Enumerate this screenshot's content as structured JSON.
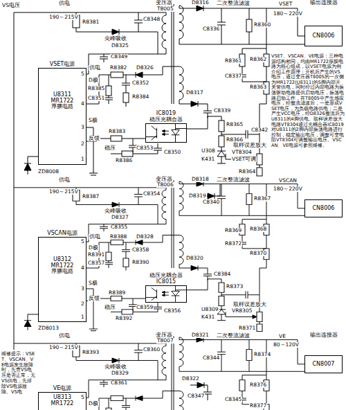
{
  "diagram": {
    "nodes": [
      {
        "text": [
          "VSET电源",
          "U8311",
          "MR1722",
          "厚膜电路"
        ]
      },
      {
        "text": [
          "IC8019",
          "稳压光耦合器"
        ]
      },
      {
        "text": [
          "输出连接器",
          "CN8006"
        ]
      },
      {
        "text": [
          "VSCAN电源",
          "U8312",
          "MR1722",
          "厚膜电路"
        ]
      },
      {
        "text": [
          "稳压光耦合器",
          "IC8015"
        ]
      },
      {
        "text": [
          "CN8006"
        ]
      },
      {
        "text": [
          "VE电源",
          "U8313",
          "MR1722"
        ]
      },
      {
        "text": [
          "输出连接器",
          "CN8007"
        ]
      }
    ],
    "labels": [
      "VS电压",
      "供电",
      "190～215V",
      "R8381",
      "C8348",
      "尖峰吸收",
      "D8325",
      "变压器",
      "T8005",
      "D8316",
      "二次整流滤波",
      "VSET",
      "180～220V",
      "C8336",
      "R8360",
      "5",
      "C8349",
      "供电",
      "R8382",
      "D8326",
      "D极",
      "R8385",
      "C8351",
      "C8352",
      "R8384",
      "4",
      "D8317",
      "C8339",
      "R8361",
      "R8362",
      "C8337",
      "R8363",
      "3",
      "S极",
      "反馈",
      "R8383",
      "C8353",
      "2",
      "稳压",
      "R8386",
      "C8350",
      "1",
      "ZD8008",
      "R8365",
      "R8366",
      "C8342",
      "取样误差放大",
      "U308",
      "K431",
      "VT8304",
      "VSET可调",
      "R8364",
      "VSET、VSCAN、VE电源：三种电源结构相同，均由MR1722厚膜电路为核心组成，以VSET电源为例介绍工作原理：开机后产生的VS电压，通过变压器T8005的一次侧为MR1722(U8311)的5脚内部开关管供电，同时经过内部电路为振荡驱动电路提供启动电压，振荡电路启动工作，在T8005中产生感应电压，经整流滤波后，一是形成VSET电压，为负载电路供电；二是产生VCC电压，经D8326整流后为U8311的4脚供电。取样误差放大电路VT8304通过光耦合器IC8019对U8311的2脚内部振荡电路进行控制，稳定输出电压，调整可变电阻VT8304可调整输出电压。VSCAN、VE电源可参照维修。",
      "供电",
      "190～215V",
      "R8387",
      "C8354",
      "尖峰吸收",
      "D8327",
      "变压器",
      "T8006",
      "D8318",
      "二次整流滤波",
      "VSCAN",
      "180～220V",
      "D8319",
      "C8340",
      "R8367",
      "5",
      "C8355",
      "供电",
      "R8388",
      "D8328",
      "D极",
      "R8391",
      "C8357",
      "C8358",
      "R8390",
      "4",
      "D8320",
      "C8384",
      "R8369",
      "R8368",
      "R8372",
      "R8370",
      "3",
      "S极",
      "反馈",
      "R8389",
      "C8359",
      "2",
      "稳压",
      "R8392",
      "C8356",
      "1",
      "ZD8013",
      "R8373",
      "取样误差放大",
      "U8309",
      "K431",
      "VR8305",
      "R8371",
      "供电",
      "190～215V",
      "R8393",
      "C8360",
      "尖峰吸收",
      "D8329",
      "变压器",
      "T8007",
      "D8321",
      "二次整流滤波",
      "VE",
      "80～120V",
      "C8344",
      "R8374",
      "5",
      "C8361",
      "D极",
      "D8322",
      "R8376",
      "C8345",
      "R8377",
      "C8347",
      "维修提示：VSET、VSCAN、VE电源发生故障时，先查VS电压是否正常，无VS供电，先排除VS电源故障。VS电"
    ]
  }
}
